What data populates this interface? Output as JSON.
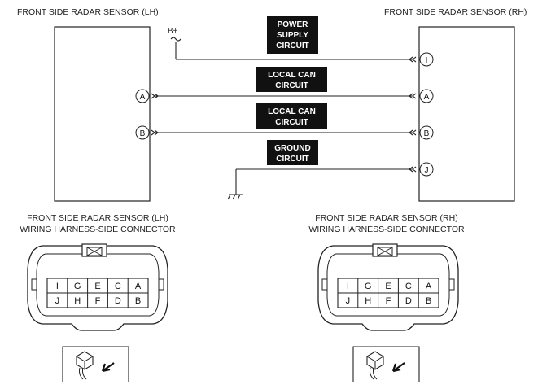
{
  "sensors": {
    "lh_title": "FRONT SIDE RADAR SENSOR (LH)",
    "rh_title": "FRONT SIDE RADAR SENSOR (RH)"
  },
  "supply": {
    "label": "B+"
  },
  "circuits": [
    {
      "lines": [
        "POWER",
        "SUPPLY",
        "CIRCUIT"
      ]
    },
    {
      "lines": [
        "LOCAL CAN",
        "CIRCUIT"
      ]
    },
    {
      "lines": [
        "LOCAL CAN",
        "CIRCUIT"
      ]
    },
    {
      "lines": [
        "GROUND",
        "CIRCUIT"
      ]
    }
  ],
  "pins": {
    "lh": [
      "A",
      "B"
    ],
    "rh": [
      "I",
      "A",
      "B",
      "J"
    ]
  },
  "connectors": {
    "lh": {
      "title_line1": "FRONT SIDE RADAR SENSOR (LH)",
      "title_line2": "WIRING HARNESS-SIDE CONNECTOR"
    },
    "rh": {
      "title_line1": "FRONT SIDE RADAR SENSOR (RH)",
      "title_line2": "WIRING HARNESS-SIDE CONNECTOR"
    },
    "top_row": [
      "I",
      "G",
      "E",
      "C",
      "A"
    ],
    "bottom_row": [
      "J",
      "H",
      "F",
      "D",
      "B"
    ]
  },
  "icons": {
    "ground": "ground-symbol-icon",
    "arrow": "connector-arrow-icon",
    "connector_view": "connector-view-icon"
  }
}
